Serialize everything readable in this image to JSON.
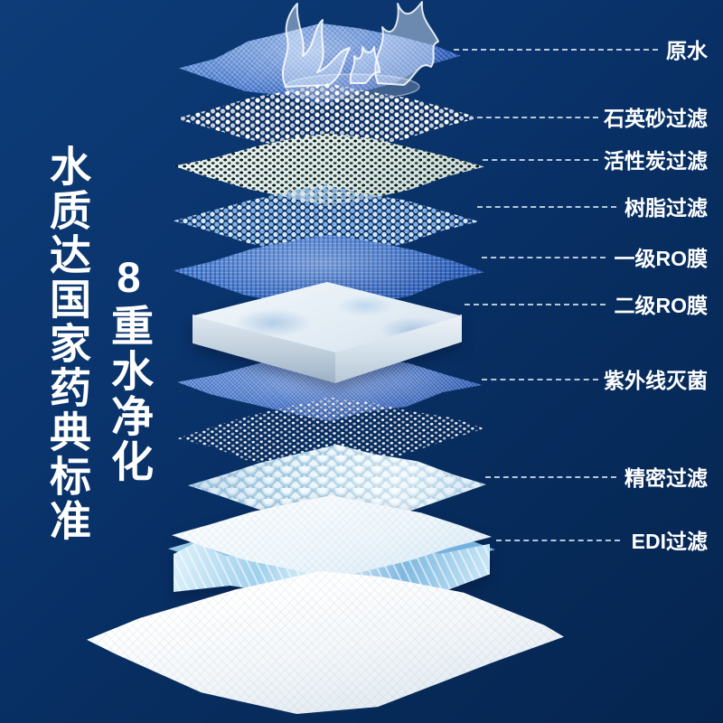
{
  "left_banner": {
    "line1": "水质达国家药典标准",
    "line2": "8重水净化"
  },
  "diagram": {
    "title_implied": "8重水净化",
    "layers": [
      {
        "label": "原水"
      },
      {
        "label": "石英砂过滤"
      },
      {
        "label": "活性炭过滤"
      },
      {
        "label": "树脂过滤"
      },
      {
        "label": "一级RO膜"
      },
      {
        "label": "二级RO膜"
      },
      {
        "label": "紫外线灭菌"
      },
      {
        "label": "精密过滤"
      },
      {
        "label": "EDI过滤"
      }
    ]
  },
  "colors": {
    "background_top_left": "#0d3c78",
    "background_bottom_right": "#05254f",
    "headline_text": "#ffffff",
    "label_text": "#ffffff",
    "leader_line": "#d6e2f0",
    "water_mesh_blue": "#4a7dd4",
    "resin_blue": "#82b4e8",
    "carbon_dark": "#141a21",
    "slab_light": "#e2ecf4",
    "ice_blue": "#9fd0ec"
  }
}
